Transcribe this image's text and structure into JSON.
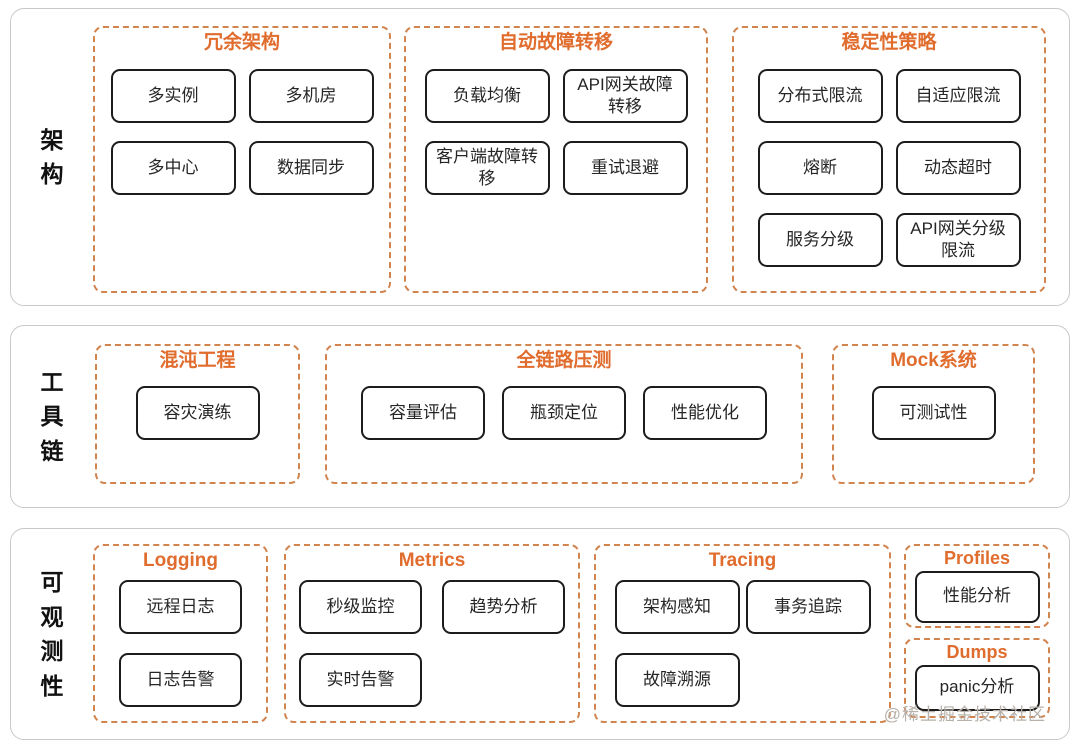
{
  "watermark": "@稀土掘金技术社区",
  "colors": {
    "group_title_accent": "#e06c2d",
    "group_dash_border": "#d1844e",
    "node_border": "#1c1c1c",
    "panel_border": "#c9c9c9",
    "watermark_text": "#b7b1a9"
  },
  "rows": [
    {
      "label": "架构",
      "groups": [
        {
          "title": "冗余架构",
          "items": [
            "多实例",
            "多机房",
            "多中心",
            "数据同步"
          ]
        },
        {
          "title": "自动故障转移",
          "items": [
            "负载均衡",
            "API网关故障转移",
            "客户端故障转移",
            "重试退避"
          ]
        },
        {
          "title": "稳定性策略",
          "items": [
            "分布式限流",
            "自适应限流",
            "熔断",
            "动态超时",
            "服务分级",
            "API网关分级限流"
          ]
        }
      ]
    },
    {
      "label": "工具链",
      "groups": [
        {
          "title": "混沌工程",
          "items": [
            "容灾演练"
          ]
        },
        {
          "title": "全链路压测",
          "items": [
            "容量评估",
            "瓶颈定位",
            "性能优化"
          ]
        },
        {
          "title": "Mock系统",
          "items": [
            "可测试性"
          ]
        }
      ]
    },
    {
      "label": "可观测性",
      "groups": [
        {
          "title": "Logging",
          "items": [
            "远程日志",
            "日志告警"
          ]
        },
        {
          "title": "Metrics",
          "items": [
            "秒级监控",
            "趋势分析",
            "实时告警"
          ]
        },
        {
          "title": "Tracing",
          "items": [
            "架构感知",
            "事务追踪",
            "故障溯源"
          ]
        },
        {
          "title": "Profiles",
          "items": [
            "性能分析"
          ]
        },
        {
          "title": "Dumps",
          "items": [
            "panic分析"
          ]
        }
      ]
    }
  ]
}
